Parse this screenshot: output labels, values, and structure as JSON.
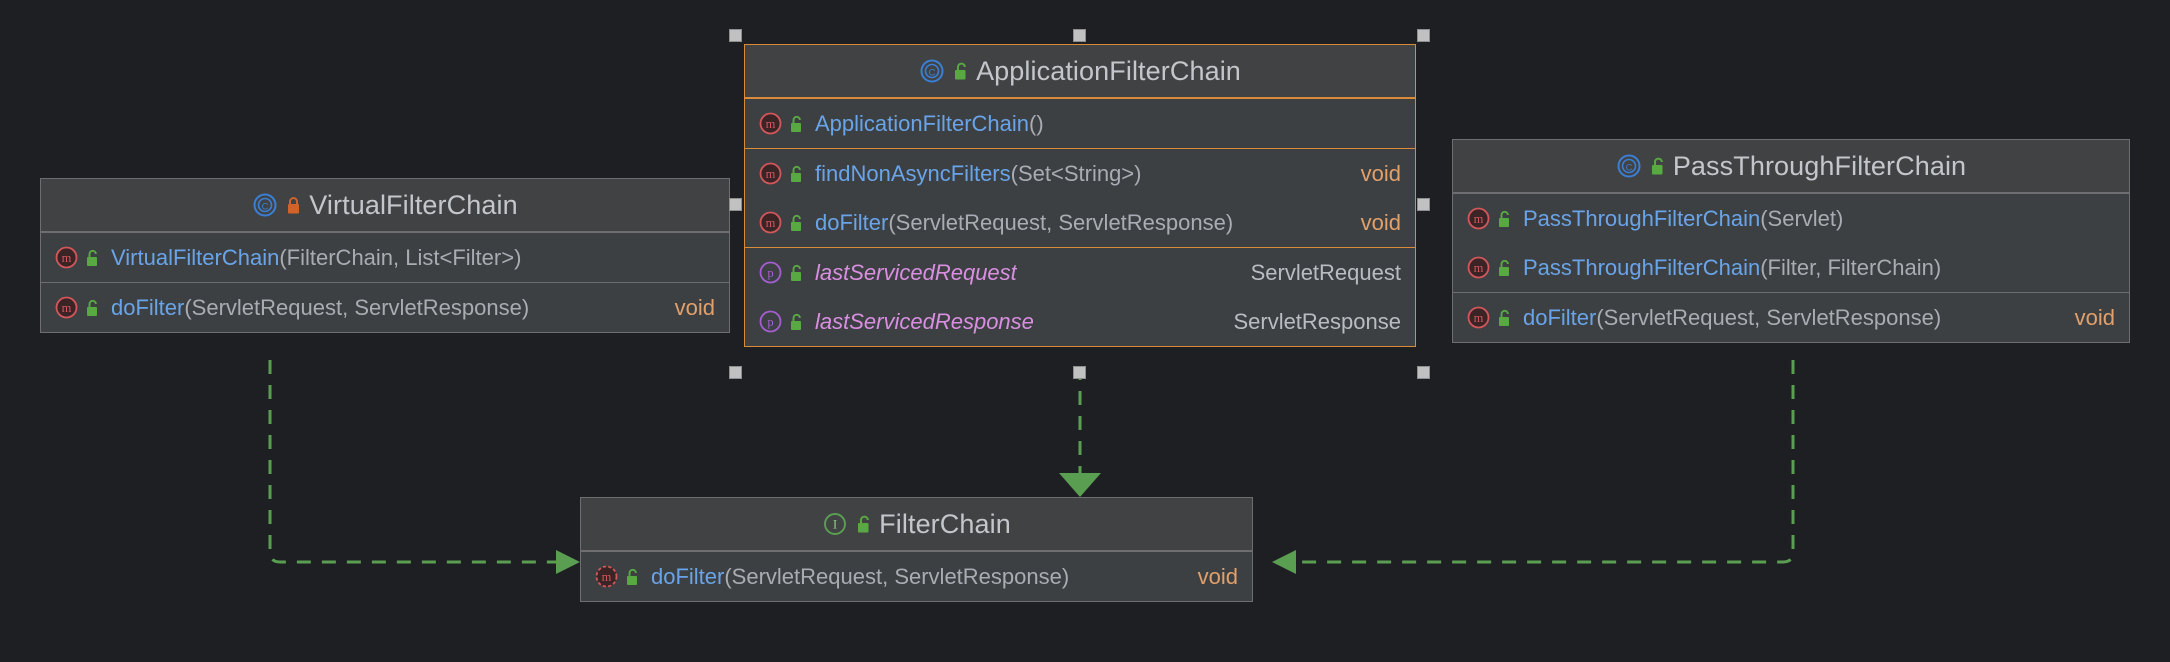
{
  "diagram": {
    "type": "uml-class-diagram",
    "background": "#1e1f22",
    "selection_color": "#d98b3a",
    "relation_color": "#5a9e52",
    "relation_kind": "realization"
  },
  "nodes": {
    "virtual_filter_chain": {
      "title": "VirtualFilterChain",
      "stereotype_icon": "class-icon",
      "visibility_icon": "lock-closed-icon",
      "selected": false,
      "sections": [
        {
          "rows": [
            {
              "kind_icon": "method-icon",
              "visibility_icon": "lock-open-icon",
              "name": "VirtualFilterChain",
              "params": "(FilterChain, List<Filter>)",
              "return": "",
              "name_style": "method"
            }
          ]
        },
        {
          "rows": [
            {
              "kind_icon": "method-icon",
              "visibility_icon": "lock-open-icon",
              "name": "doFilter",
              "params": "(ServletRequest, ServletResponse)",
              "return": "void",
              "name_style": "method"
            }
          ]
        }
      ]
    },
    "application_filter_chain": {
      "title": "ApplicationFilterChain",
      "stereotype_icon": "class-icon",
      "visibility_icon": "lock-open-icon",
      "selected": true,
      "sections": [
        {
          "rows": [
            {
              "kind_icon": "method-icon",
              "visibility_icon": "lock-open-icon",
              "name": "ApplicationFilterChain",
              "params": "()",
              "return": "",
              "name_style": "method"
            }
          ]
        },
        {
          "rows": [
            {
              "kind_icon": "method-icon",
              "visibility_icon": "lock-open-icon",
              "name": "findNonAsyncFilters",
              "params": "(Set<String>)",
              "return": "void",
              "name_style": "method"
            },
            {
              "kind_icon": "method-icon",
              "visibility_icon": "lock-open-icon",
              "name": "doFilter",
              "params": "(ServletRequest, ServletResponse)",
              "return": "void",
              "name_style": "method"
            }
          ]
        },
        {
          "rows": [
            {
              "kind_icon": "property-icon",
              "visibility_icon": "lock-open-icon",
              "name": "lastServicedRequest",
              "params": "",
              "return": "ServletRequest",
              "name_style": "property"
            },
            {
              "kind_icon": "property-icon",
              "visibility_icon": "lock-open-icon",
              "name": "lastServicedResponse",
              "params": "",
              "return": "ServletResponse",
              "name_style": "property"
            }
          ]
        }
      ]
    },
    "pass_through_filter_chain": {
      "title": "PassThroughFilterChain",
      "stereotype_icon": "class-icon",
      "visibility_icon": "lock-open-icon",
      "selected": false,
      "sections": [
        {
          "rows": [
            {
              "kind_icon": "method-icon",
              "visibility_icon": "lock-open-icon",
              "name": "PassThroughFilterChain",
              "params": "(Servlet)",
              "return": "",
              "name_style": "method"
            },
            {
              "kind_icon": "method-icon",
              "visibility_icon": "lock-open-icon",
              "name": "PassThroughFilterChain",
              "params": "(Filter, FilterChain)",
              "return": "",
              "name_style": "method"
            }
          ]
        },
        {
          "rows": [
            {
              "kind_icon": "method-icon",
              "visibility_icon": "lock-open-icon",
              "name": "doFilter",
              "params": "(ServletRequest, ServletResponse)",
              "return": "void",
              "name_style": "method"
            }
          ]
        }
      ]
    },
    "filter_chain": {
      "title": "FilterChain",
      "stereotype_icon": "interface-icon",
      "visibility_icon": "lock-open-icon",
      "selected": false,
      "sections": [
        {
          "rows": [
            {
              "kind_icon": "method-icon",
              "visibility_icon": "lock-open-icon",
              "name": "doFilter",
              "params": "(ServletRequest, ServletResponse)",
              "return": "void",
              "name_style": "method"
            }
          ]
        }
      ]
    }
  },
  "edges": [
    {
      "from": "VirtualFilterChain",
      "to": "FilterChain",
      "kind": "realization"
    },
    {
      "from": "ApplicationFilterChain",
      "to": "FilterChain",
      "kind": "realization"
    },
    {
      "from": "PassThroughFilterChain",
      "to": "FilterChain",
      "kind": "realization"
    }
  ]
}
